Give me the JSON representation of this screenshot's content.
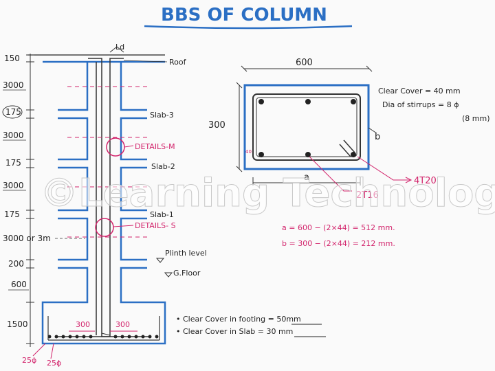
{
  "title": "BBS OF COLUMN",
  "watermark": "©Learning Technology",
  "levels": {
    "roof": "Roof",
    "slab3": "Slab-3",
    "details_m": "DETAILS-M",
    "slab2": "Slab-2",
    "slab1": "Slab-1",
    "details_s": "DETAILS- S",
    "plinth": "Plinth level",
    "gfloor": "G.Floor"
  },
  "left_dims": {
    "d150": "150",
    "d3000a": "3000",
    "d175a": "175",
    "d3000b": "3000",
    "d175b": "175",
    "d3000c": "3000",
    "d175c": "175",
    "d3000d": "3000 or 3m",
    "d200": "200",
    "d600": "600",
    "d1500": "1500"
  },
  "lap_label": "Ld",
  "footing": {
    "w_left": "300",
    "w_right": "300",
    "bar_left": "25ϕ",
    "bar_right": "25ϕ"
  },
  "section": {
    "width": "600",
    "height": "300",
    "clear_cover": "Clear Cover = 40 mm",
    "dia_stirrups": "Dia of stirrups = 8 ϕ",
    "dia_mm": "(8 mm)",
    "a_label": "a",
    "b_label": "b",
    "bars_4t20": "4T20",
    "bars_2t16": "2T16",
    "cover_mark": "40"
  },
  "formulas": {
    "a": "a = 600 − (2×44) = 512 mm.",
    "b": "b = 300 − (2×44) = 212 mm."
  },
  "notes": {
    "footing_cover": "• Clear Cover in footing = 50mm",
    "slab_cover": "• Clear Cover in Slab = 30 mm"
  },
  "colors": {
    "blue": "#2b6fc4",
    "pink": "#d2236b",
    "ink": "#222222"
  }
}
